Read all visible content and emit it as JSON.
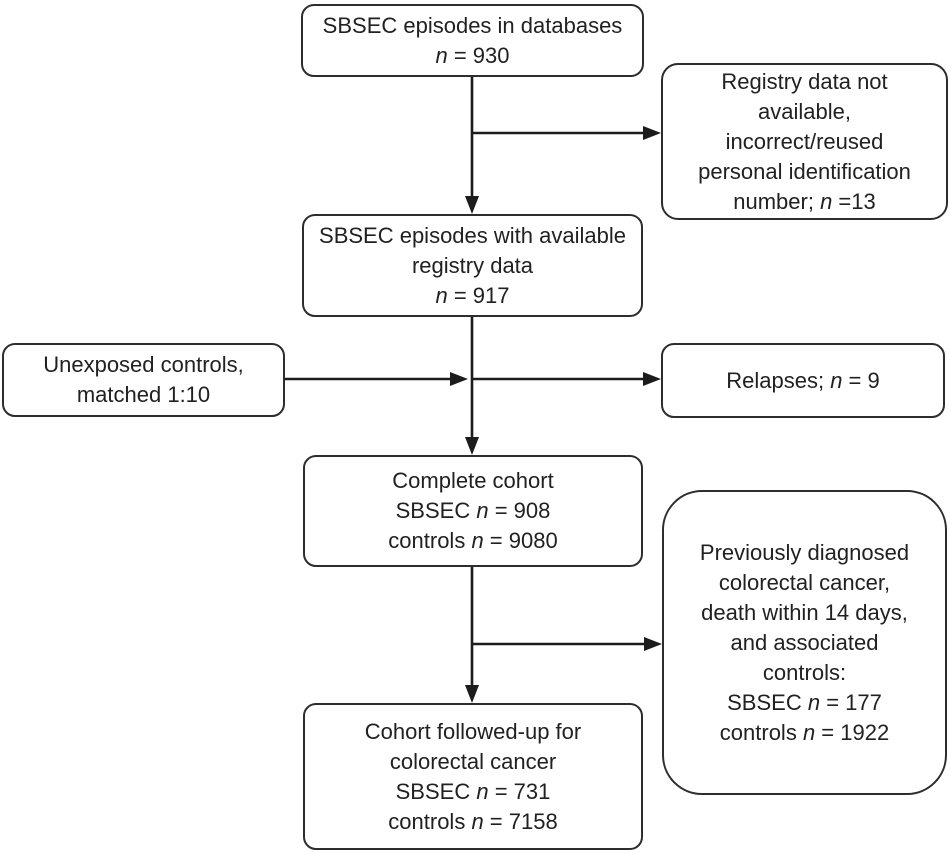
{
  "colors": {
    "background": "#ffffff",
    "box_border": "#2d2d2d",
    "arrow": "#1c1c1c",
    "text": "#212121"
  },
  "boxes": {
    "sbsec_episodes_databases": {
      "lines": [
        [
          {
            "text": "SBSEC episodes in databases"
          }
        ],
        [
          {
            "text": "n",
            "italic": true
          },
          {
            "text": " = 930"
          }
        ]
      ]
    },
    "registry_data_not_available": {
      "lines": [
        [
          {
            "text": "Registry data not"
          }
        ],
        [
          {
            "text": "available,"
          }
        ],
        [
          {
            "text": "incorrect/reused"
          }
        ],
        [
          {
            "text": "personal identification"
          }
        ],
        [
          {
            "text": "number; "
          },
          {
            "text": "n",
            "italic": true
          },
          {
            "text": " =13"
          }
        ]
      ]
    },
    "sbsec_episodes_available_registry": {
      "lines": [
        [
          {
            "text": "SBSEC episodes with available"
          }
        ],
        [
          {
            "text": "registry data"
          }
        ],
        [
          {
            "text": "n",
            "italic": true
          },
          {
            "text": " = 917"
          }
        ]
      ]
    },
    "unexposed_controls": {
      "lines": [
        [
          {
            "text": "Unexposed controls,"
          }
        ],
        [
          {
            "text": "matched 1:10"
          }
        ]
      ]
    },
    "relapses": {
      "lines": [
        [
          {
            "text": "Relapses; "
          },
          {
            "text": "n",
            "italic": true
          },
          {
            "text": " = 9"
          }
        ]
      ]
    },
    "complete_cohort": {
      "lines": [
        [
          {
            "text": "Complete cohort"
          }
        ],
        [
          {
            "text": "SBSEC "
          },
          {
            "text": "n",
            "italic": true
          },
          {
            "text": " = 908"
          }
        ],
        [
          {
            "text": "controls "
          },
          {
            "text": "n",
            "italic": true
          },
          {
            "text": " = 9080"
          }
        ]
      ]
    },
    "previously_diagnosed_exclusions": {
      "lines": [
        [
          {
            "text": "Previously diagnosed"
          }
        ],
        [
          {
            "text": "colorectal cancer,"
          }
        ],
        [
          {
            "text": "death within 14 days,"
          }
        ],
        [
          {
            "text": "and associated"
          }
        ],
        [
          {
            "text": "controls:"
          }
        ],
        [
          {
            "text": "SBSEC "
          },
          {
            "text": "n",
            "italic": true
          },
          {
            "text": " = 177"
          }
        ],
        [
          {
            "text": "controls "
          },
          {
            "text": "n",
            "italic": true
          },
          {
            "text": " = 1922"
          }
        ]
      ]
    },
    "cohort_followed_up": {
      "lines": [
        [
          {
            "text": "Cohort followed-up for"
          }
        ],
        [
          {
            "text": "colorectal cancer"
          }
        ],
        [
          {
            "text": "SBSEC "
          },
          {
            "text": "n",
            "italic": true
          },
          {
            "text": " = 731"
          }
        ],
        [
          {
            "text": "controls "
          },
          {
            "text": "n",
            "italic": true
          },
          {
            "text": " = 7158"
          }
        ]
      ]
    }
  },
  "edges": [
    {
      "from": "sbsec_episodes_databases",
      "to": "sbsec_episodes_available_registry"
    },
    {
      "from": "sbsec_episodes_databases",
      "to": "registry_data_not_available"
    },
    {
      "from": "sbsec_episodes_available_registry",
      "to": "complete_cohort"
    },
    {
      "from": "unexposed_controls",
      "to": "complete_cohort"
    },
    {
      "from": "sbsec_episodes_available_registry",
      "to": "relapses"
    },
    {
      "from": "complete_cohort",
      "to": "cohort_followed_up"
    },
    {
      "from": "complete_cohort",
      "to": "previously_diagnosed_exclusions"
    }
  ]
}
